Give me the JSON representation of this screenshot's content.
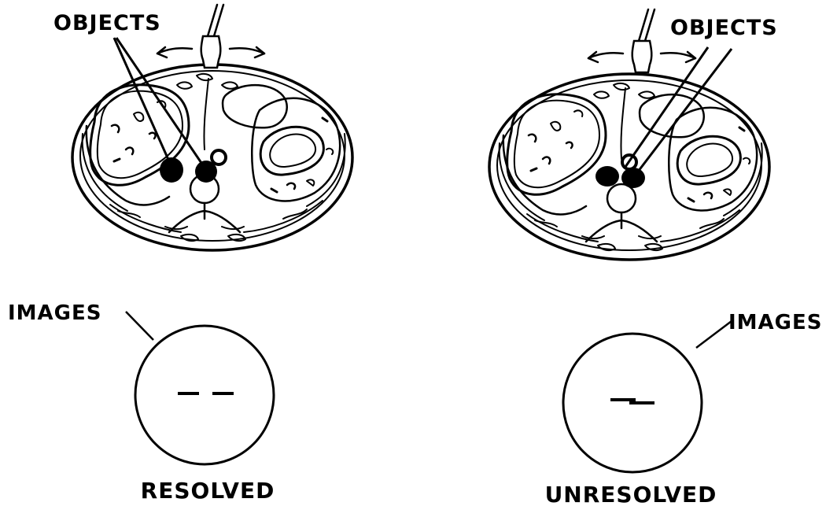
{
  "left_panel": {
    "objects_label": "OBJECTS",
    "images_label": "IMAGES",
    "caption": "RESOLVED"
  },
  "right_panel": {
    "objects_label": "OBJECTS",
    "images_label": "IMAGES",
    "caption": "UNRESOLVED"
  },
  "colors": {
    "ink": "#000000",
    "paper": "#ffffff"
  }
}
